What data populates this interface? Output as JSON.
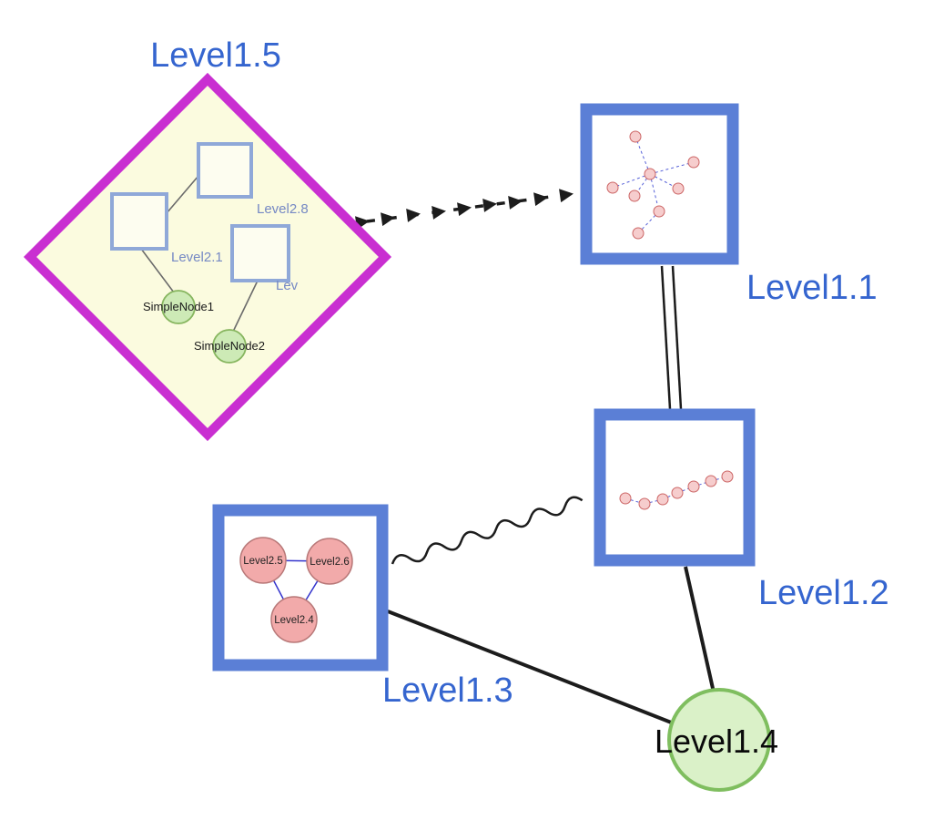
{
  "diagram": {
    "type": "nested-graph",
    "labels": {
      "level15": "Level1.5",
      "level11": "Level1.1",
      "level12": "Level1.2",
      "level13": "Level1.3",
      "level14": "Level1.4"
    },
    "level15_children": {
      "top_square_label": "Level2.8",
      "left_square_label": "Level2.1",
      "right_square_label": "Lev",
      "green_node1_label": "SimpleNode1",
      "green_node2_label": "SimpleNode2"
    },
    "level13_children": {
      "left_node_label": "Level2.5",
      "right_node_label": "Level2.6",
      "bottom_node_label": "Level2.4"
    },
    "edges": [
      {
        "from": "Level1.5",
        "to": "Level1.1",
        "style": "bold-dashed-arrow-chain"
      },
      {
        "from": "Level1.1",
        "to": "Level1.2",
        "style": "double-parallel-line"
      },
      {
        "from": "Level1.3",
        "to": "Level1.2",
        "style": "wavy-line"
      },
      {
        "from": "Level1.3",
        "to": "Level1.4",
        "style": "solid-line"
      },
      {
        "from": "Level1.2",
        "to": "Level1.4",
        "style": "solid-line"
      }
    ],
    "colors": {
      "label_blue": "#3565cf",
      "diamond_border": "#c92fd1",
      "diamond_fill": "#fbfbdf",
      "group_border": "#5b7fd6",
      "green_node_fill": "#d8efbe",
      "green_node_border": "#7fbe5f",
      "pink_node_fill": "#f2aaaa",
      "pink_node_border": "#b87878",
      "edge_color": "#1c1c1c",
      "mini_edge_blue": "#5560d8"
    }
  }
}
